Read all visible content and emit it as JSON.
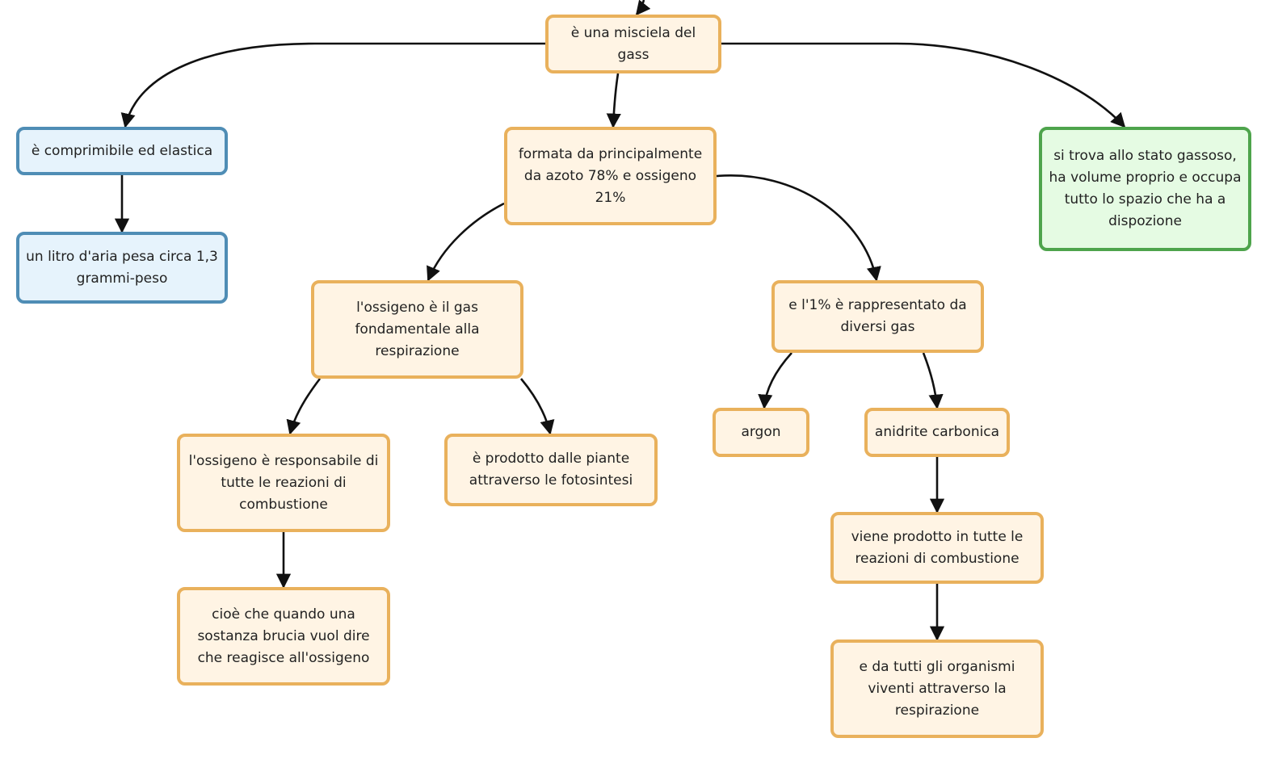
{
  "palette": {
    "orange_border": "#e9b15c",
    "orange_fill": "#fff4e4",
    "blue_border": "#4f8db5",
    "blue_fill": "#e6f3fc",
    "green_border": "#4ea44c",
    "green_fill": "#e5fbe3",
    "edge": "#111111"
  },
  "nodes": {
    "root": {
      "text": "è una misciela del gass"
    },
    "compressible": {
      "text": "è comprimibile  ed elastica"
    },
    "liter_weight": {
      "text": "un litro d'aria  pesa circa 1,3 grammi-peso"
    },
    "composition": {
      "text": "formata da principalmente da azoto 78% e ossigeno 21%"
    },
    "gaseous_state": {
      "text": "si trova allo stato gassoso, ha volume proprio e occupa tutto lo spazio che ha a dispozione"
    },
    "oxygen_breathing": {
      "text": "l'ossigeno è il gas fondamentale alla respirazione"
    },
    "other_gases": {
      "text": "e l'1% è rappresentato da diversi gas"
    },
    "oxygen_combustion": {
      "text": "l'ossigeno è responsabile di tutte le reazioni di combustione"
    },
    "photosynthesis": {
      "text": "è prodotto dalle piante attraverso le fotosintesi"
    },
    "argon": {
      "text": "argon"
    },
    "carbon_dioxide": {
      "text": "anidrite carbonica"
    },
    "burning_meaning": {
      "text": "cioè che quando una sostanza brucia vuol dire che reagisce all'ossigeno"
    },
    "co2_combustion": {
      "text": "viene prodotto in tutte le reazioni di combustione"
    },
    "co2_organisms": {
      "text": "e da tutti gli organismi viventi attraverso la respirazione"
    }
  }
}
